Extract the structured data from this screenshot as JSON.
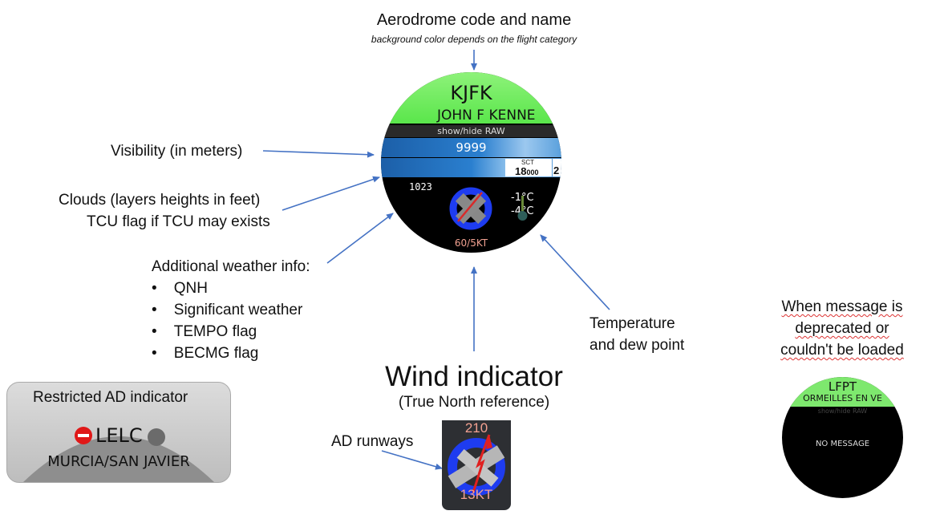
{
  "top_annotation": {
    "title": "Aerodrome code and name",
    "subtitle": "background color depends on the flight category"
  },
  "left_annotations": {
    "visibility": "Visibility (in meters)",
    "clouds_line1": "Clouds (layers heights in feet)",
    "clouds_line2": "TCU flag if TCU may exists",
    "additional_title": "Additional weather info:",
    "additional_items": [
      "QNH",
      "Significant weather",
      "TEMPO flag",
      "BECMG flag"
    ]
  },
  "right_annotations": {
    "temperature_line1": "Temperature",
    "temperature_line2": "and dew point",
    "deprecated_line1": "When message is",
    "deprecated_line2": "deprecated or",
    "deprecated_line3": "couldn't be loaded"
  },
  "wind_annotation": {
    "title": "Wind indicator",
    "subtitle": "(True North reference)",
    "runways_label": "AD runways"
  },
  "restricted_annotation": {
    "label": "Restricted AD indicator",
    "code": "LELC",
    "name": "MURCIA/SAN JAVIER"
  },
  "main_widget": {
    "code": "KJFK",
    "name": "JOHN F KENNE",
    "raw_toggle": "show/hide RAW",
    "visibility": "9999",
    "cloud_type": "SCT",
    "cloud_height_big": "18",
    "cloud_height_small": "000",
    "cloud2_partial": "2",
    "qnh": "1023",
    "temperature": "-1°C",
    "dewpoint": "-4°C",
    "wind": "60/5KT",
    "header_color": "#5ae64b"
  },
  "wind_widget": {
    "direction": "210",
    "speed": "13KT"
  },
  "nomsg_widget": {
    "code": "LFPT",
    "name": "ORMEILLES EN VE",
    "raw_toggle": "show/hide RAW",
    "message": "NO MESSAGE"
  },
  "colors": {
    "arrow": "#4472c4",
    "vfr_green": "#5ae64b",
    "wind_red": "#e03030",
    "ring_blue": "#1e3cf0"
  }
}
